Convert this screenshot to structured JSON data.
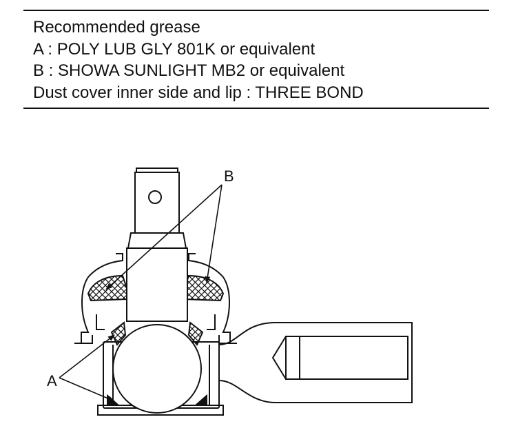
{
  "spec": {
    "title": "Recommended grease",
    "line_a": "A : POLY LUB GLY 801K or equivalent",
    "line_b": "B : SHOWA SUNLIGHT MB2 or equivalent",
    "line_dust": "Dust cover inner side and lip : THREE BOND"
  },
  "diagram": {
    "label_a": "A",
    "label_b": "B"
  }
}
